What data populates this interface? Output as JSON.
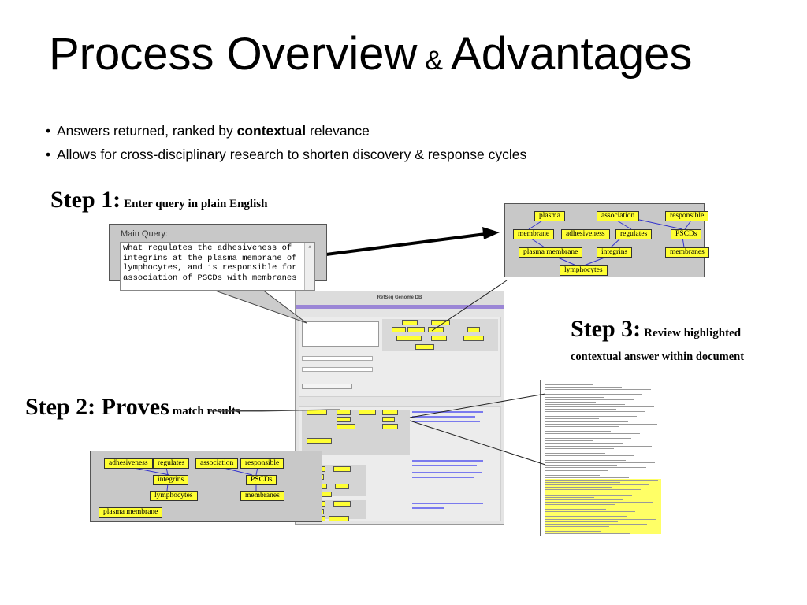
{
  "title": {
    "part1": "Process Overview",
    "amp": "&",
    "part2": "Advantages"
  },
  "bullets": {
    "b1_pre": "Answers returned, ranked by ",
    "b1_bold": "contextual",
    "b1_post": " relevance",
    "b2": "Allows for cross-disciplinary research to shorten discovery & response cycles"
  },
  "steps": {
    "step1_big": "Step 1:",
    "step1_small": "Enter query in plain English",
    "step2_big": "Step 2: Proves",
    "step2_small": "match results",
    "step3_big": "Step 3:",
    "step3_small1": "Review highlighted",
    "step3_small2": "contextual answer within document"
  },
  "query": {
    "label": "Main Query:",
    "lines": [
      "what regulates the adhesiveness of",
      "integrins at the plasma membrane of",
      "lymphocytes, and is responsible for",
      "association of PSCDs with membranes"
    ]
  },
  "graph_top": {
    "plasma": "plasma",
    "association": "association",
    "responsible": "responsible",
    "membrane": "membrane",
    "adhesiveness": "adhesiveness",
    "regulates": "regulates",
    "pscds": "PSCDs",
    "plasma_membrane": "plasma membrane",
    "integrins": "integrins",
    "membranes": "membranes",
    "lymphocytes": "lymphocytes"
  },
  "graph_bottom": {
    "adhesiveness": "adhesiveness",
    "regulates": "regulates",
    "association": "association",
    "responsible": "responsible",
    "integrins": "integrins",
    "pscds": "PSCDs",
    "lymphocytes": "lymphocytes",
    "membranes": "membranes",
    "plasma_membrane": "plasma membrane"
  },
  "screenshot": {
    "header": "RefSeq Genome DB"
  },
  "colors": {
    "node_fill": "#ffff33",
    "panel_bg": "#c8c8c8",
    "edge": "#3333cc",
    "highlight": "#ffff66"
  }
}
